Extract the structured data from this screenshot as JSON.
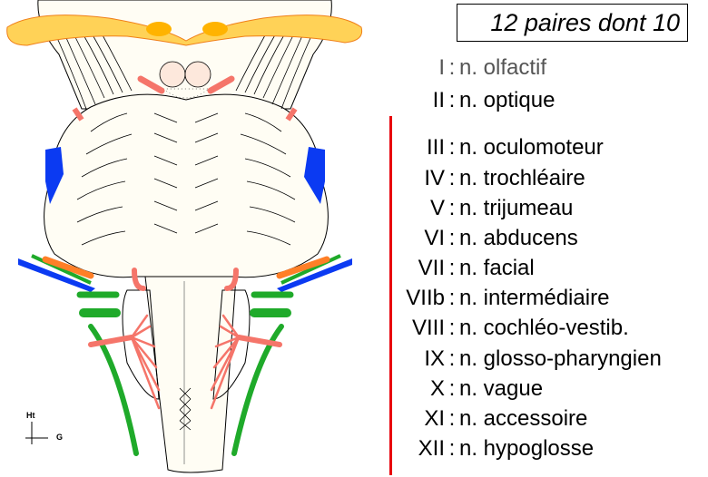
{
  "title": "12 paires dont 10",
  "orientation": {
    "up_label": "Ht",
    "side_label": "G"
  },
  "nerves": [
    {
      "num": "I",
      "name": "n. olfactif"
    },
    {
      "num": "II",
      "name": "n. optique"
    },
    {
      "num": "III",
      "name": "n. oculomoteur"
    },
    {
      "num": "IV",
      "name": "n. trochléaire"
    },
    {
      "num": "V",
      "name": "n. trijumeau"
    },
    {
      "num": "VI",
      "name": "n. abducens"
    },
    {
      "num": "VII",
      "name": "n. facial"
    },
    {
      "num": "VIIb",
      "name": "n. intermédiaire"
    },
    {
      "num": "VIII",
      "name": "n. cochléo-vestib."
    },
    {
      "num": "IX",
      "name": "n. glosso-pharyngien"
    },
    {
      "num": "X",
      "name": "n. vague"
    },
    {
      "num": "XI",
      "name": "n. accessoire"
    },
    {
      "num": "XII",
      "name": "n. hypoglosse"
    }
  ],
  "colors": {
    "tissue": "#fffdf4",
    "chiasm": "#ffd257",
    "nerve_red": "#f5756a",
    "nerve_blue": "#0b3af2",
    "nerve_green": "#1faa2a",
    "nerve_orange": "#ff7f27",
    "bracket": "#e8000b"
  }
}
